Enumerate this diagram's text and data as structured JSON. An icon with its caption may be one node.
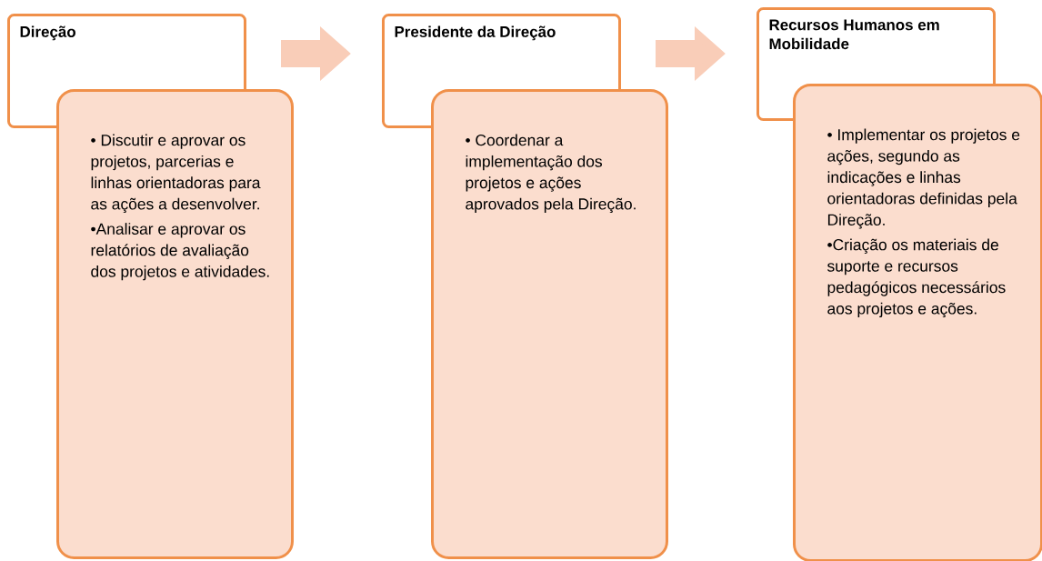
{
  "diagram": {
    "nodes": [
      {
        "text": [
          "Direção"
        ]
      },
      {
        "text": [
          "• Discutir e aprovar os projetos, parcerias e linhas orientadoras para as ações a desenvolver.",
          "•Analisar e aprovar os relatórios de avaliação dos projetos e atividades."
        ]
      },
      {
        "text": [
          "Presidente da Direção"
        ]
      },
      {
        "text": [
          "• Coordenar a implementação dos projetos e ações aprovados pela Direção."
        ]
      },
      {
        "text": [
          "Recursos Humanos em Mobilidade"
        ]
      },
      {
        "text": [
          "• Implementar os projetos e ações, segundo as indicações e linhas orientadoras definidas pela Direção.",
          "•Criação os materiais de suporte e recursos pedagógicos necessários aos projetos e ações."
        ]
      }
    ],
    "edges": [
      {
        "from": 0,
        "to": 2,
        "arrow": "to"
      },
      {
        "from": 2,
        "to": 4,
        "arrow": "to"
      }
    ]
  }
}
